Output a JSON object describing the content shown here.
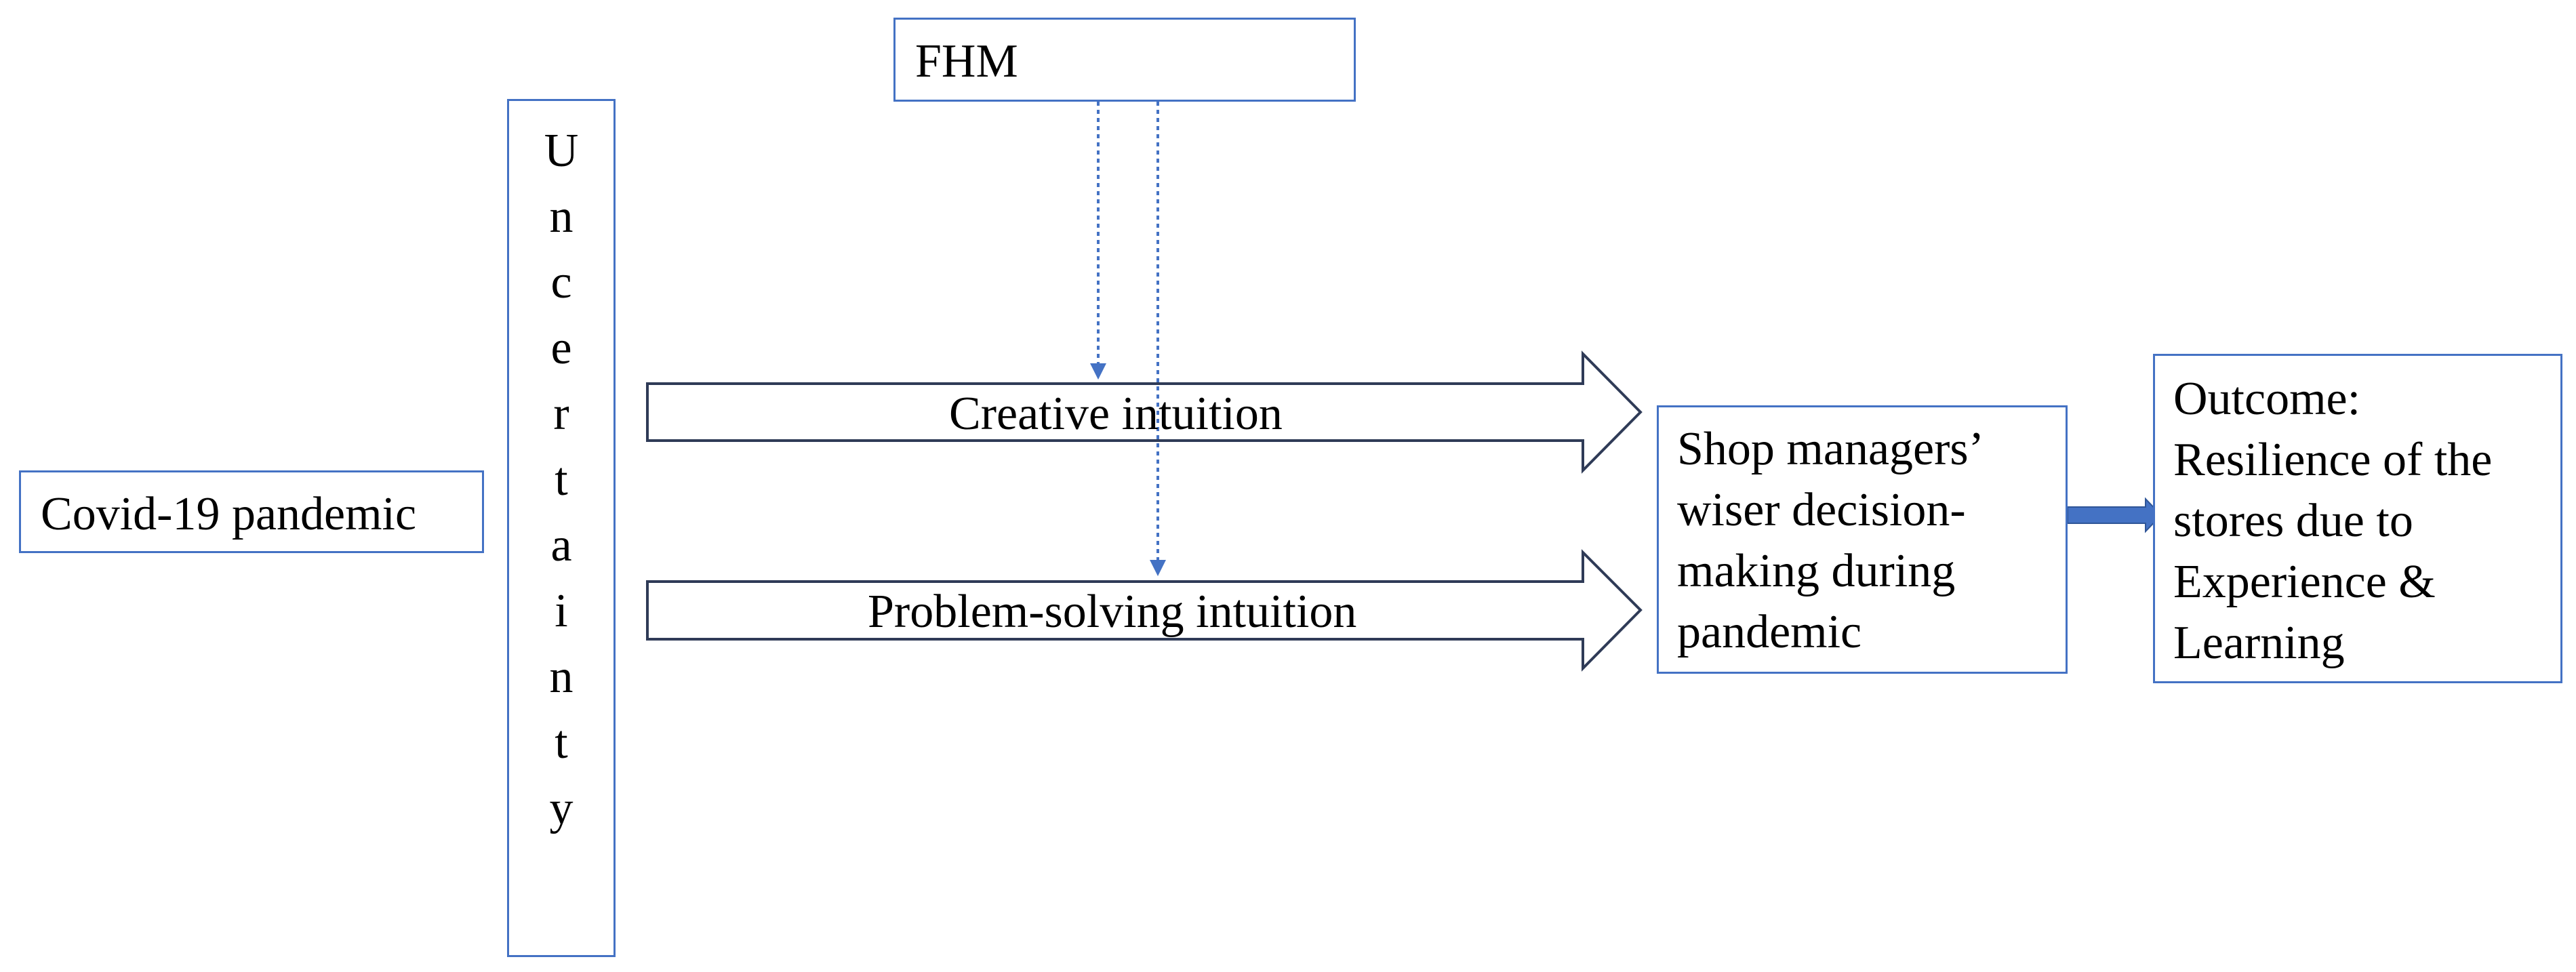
{
  "nodes": {
    "covid": "Covid-19 pandemic",
    "fhm": "FHM",
    "uncertainty_letters": [
      "U",
      "n",
      "c",
      "e",
      "r",
      "t",
      "a",
      "i",
      "n",
      "t",
      "y"
    ],
    "creative": "Creative intuition",
    "problem": "Problem-solving intuition",
    "managers_lines": [
      "Shop managers’",
      "wiser decision-",
      "making during",
      "pandemic"
    ],
    "outcome_lines": [
      "Outcome:",
      "Resilience of the",
      "stores due to",
      "Experience &",
      "Learning"
    ]
  },
  "colors": {
    "border": "#4472C4",
    "outline": "#2F3B57",
    "text": "#000000"
  }
}
